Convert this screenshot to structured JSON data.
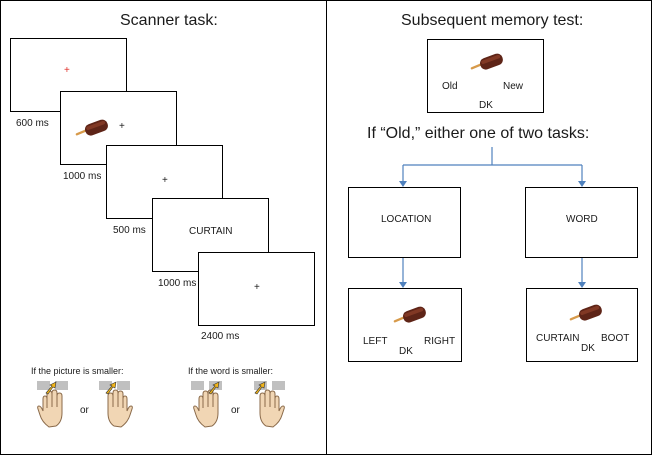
{
  "left_panel": {
    "title": "Scanner task:",
    "fixation": "+",
    "word_stimulus": "CURTAIN",
    "durations": [
      "600 ms",
      "1000 ms",
      "500 ms",
      "1000 ms",
      "2400 ms"
    ],
    "response_picture": "If the picture is smaller:",
    "response_word": "If the word is smaller:",
    "or_label": "or"
  },
  "right_panel": {
    "title": "Subsequent memory test:",
    "test_old": "Old",
    "test_new": "New",
    "test_dk": "DK",
    "condition": "If “Old,” either one of two tasks:",
    "location_task": "LOCATION",
    "word_task": "WORD",
    "location_left": "LEFT",
    "location_right": "RIGHT",
    "location_dk": "DK",
    "word_option1": "CURTAIN",
    "word_option2": "BOOT",
    "word_dk": "DK"
  },
  "colors": {
    "arrow": "#4f81bd",
    "fixation_red": "#e0302a",
    "popsicle": "#6b2b1e",
    "hand_arrow": "#f2b51a"
  },
  "icons": [
    "popsicle-icon",
    "hand-icon"
  ]
}
